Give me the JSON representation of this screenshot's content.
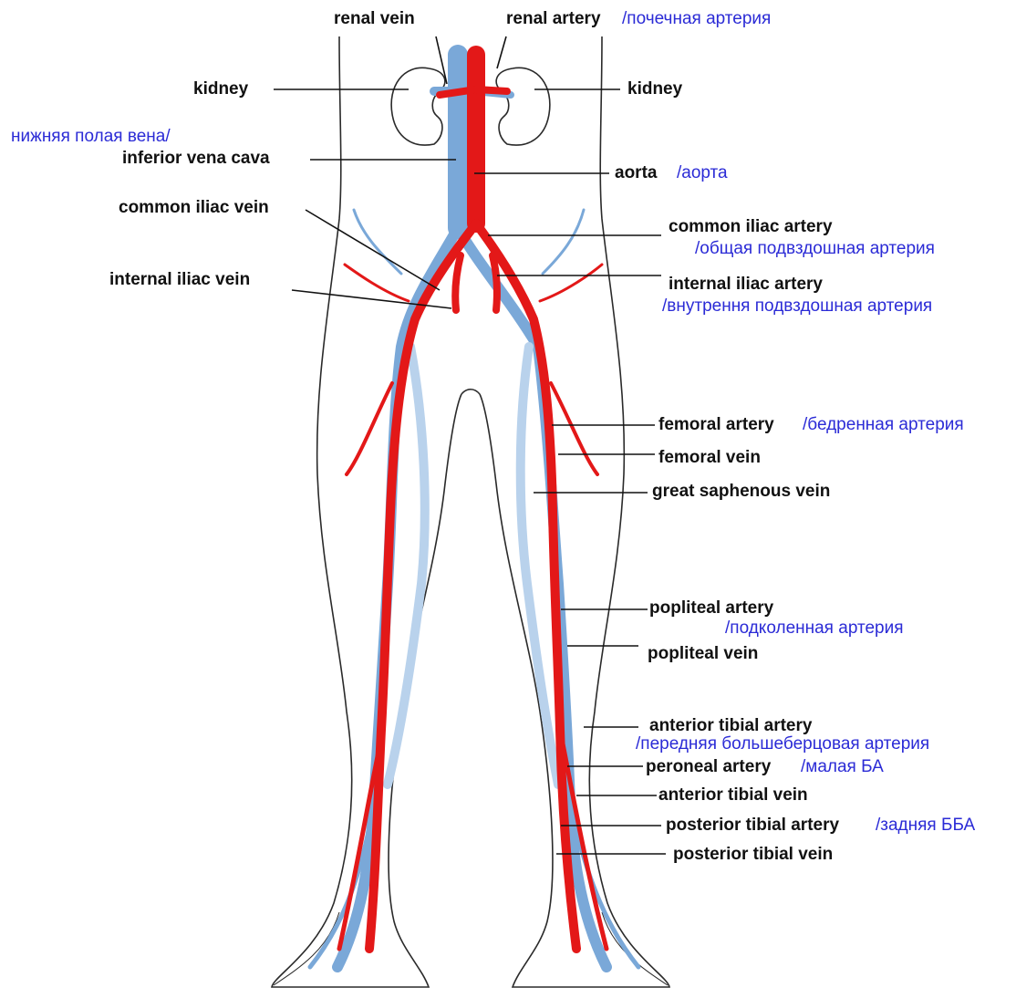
{
  "colors": {
    "artery": "#e31818",
    "vein": "#7aa8d8",
    "vein_light": "#b9d2ec",
    "outline": "#2a2a2a",
    "label_en": "#111111",
    "label_ru": "#2b2bd6"
  },
  "labels": {
    "renal_vein": "renal vein",
    "renal_artery": "renal artery",
    "renal_artery_ru": "/почечная артерия",
    "kidney_left": "kidney",
    "kidney_right": "kidney",
    "ivc_ru": "нижняя полая вена/",
    "ivc": "inferior vena cava",
    "aorta": "aorta",
    "aorta_ru": "/аорта",
    "common_iliac_vein": "common iliac vein",
    "common_iliac_artery": "common iliac artery",
    "common_iliac_artery_ru": "/общая подвздошная артерия",
    "internal_iliac_vein": "internal iliac vein",
    "internal_iliac_artery": "internal iliac artery",
    "internal_iliac_artery_ru": "/внутрення подвздошная артерия",
    "femoral_artery": "femoral artery",
    "femoral_artery_ru": "/бедренная артерия",
    "femoral_vein": "femoral vein",
    "great_saphenous_vein": "great saphenous vein",
    "popliteal_artery": "popliteal artery",
    "popliteal_artery_ru": "/подколенная артерия",
    "popliteal_vein": "popliteal vein",
    "anterior_tibial_artery": "anterior tibial artery",
    "anterior_tibial_artery_ru": "/передняя большеберцовая артерия",
    "peroneal_artery": "peroneal artery",
    "peroneal_artery_ru": "/малая БА",
    "anterior_tibial_vein": "anterior tibial vein",
    "posterior_tibial_artery": "posterior tibial artery",
    "posterior_tibial_artery_ru": "/задняя ББА",
    "posterior_tibial_vein": "posterior tibial vein"
  }
}
